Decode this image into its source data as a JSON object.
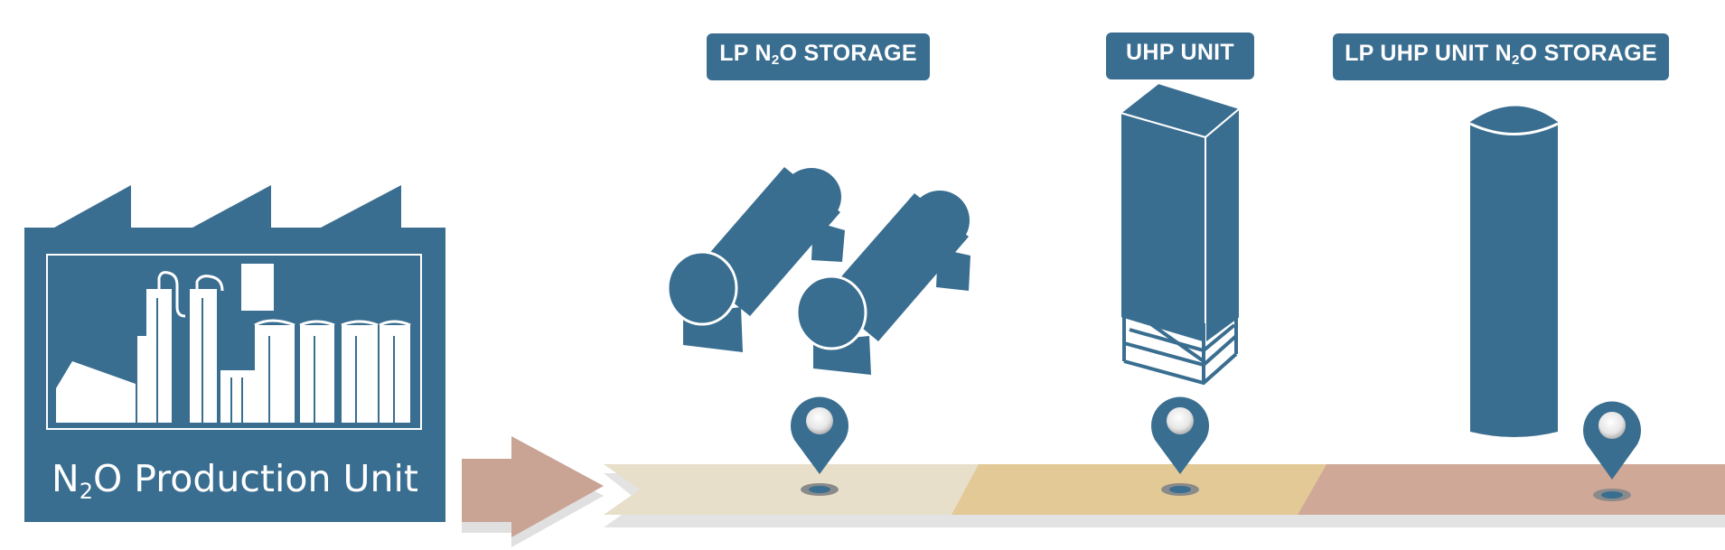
{
  "colors": {
    "primary": "#3a6e90",
    "arrow": "#c9a494",
    "segment_1": "#e8dfca",
    "segment_2": "#e2c996",
    "segment_3": "#cfa898"
  },
  "production_unit": {
    "title_pre": "N",
    "title_sub": "2",
    "title_post": "O Production Unit"
  },
  "stations": [
    {
      "label_pre": "LP N",
      "label_sub": "2",
      "label_post": "O STORAGE",
      "icon": "horizontal-tanks-icon"
    },
    {
      "label_pre": "UHP UNIT",
      "label_sub": "",
      "label_post": "",
      "icon": "uhp-cabinet-icon"
    },
    {
      "label_pre": "LP UHP UNIT N",
      "label_sub": "2",
      "label_post": "O STORAGE",
      "icon": "vertical-tank-icon"
    }
  ]
}
